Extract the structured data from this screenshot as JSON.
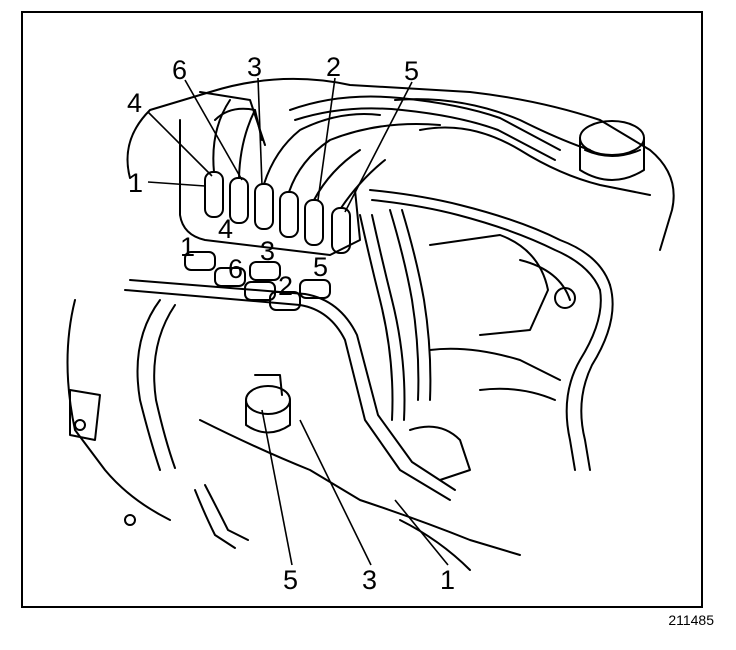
{
  "figure_number": "211485",
  "callouts": {
    "top_6": "6",
    "top_3": "3",
    "top_2": "2",
    "top_5": "5",
    "top_4": "4",
    "top_1": "1",
    "mid_1": "1",
    "mid_4": "4",
    "mid_3": "3",
    "mid_6": "6",
    "mid_2": "2",
    "mid_5": "5",
    "bot_5": "5",
    "bot_3": "3",
    "bot_1": "1"
  }
}
